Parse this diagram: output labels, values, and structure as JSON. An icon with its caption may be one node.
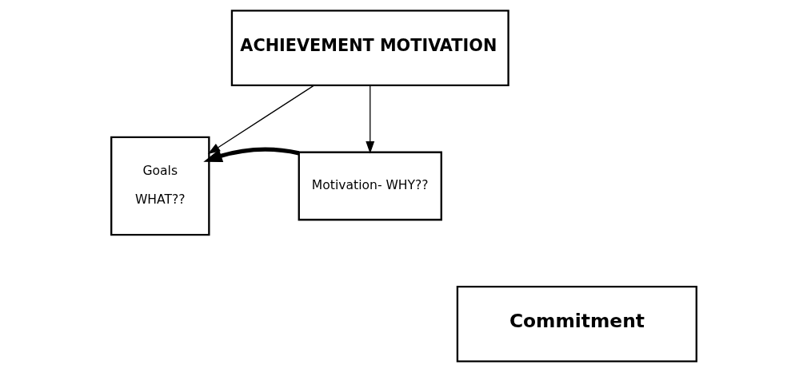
{
  "diagram": {
    "nodes": [
      {
        "text": [
          "ACHIEVEMENT MOTIVATION"
        ]
      },
      {
        "text": [
          "Goals",
          "WHAT??"
        ]
      },
      {
        "text": [
          "Motivation- WHY??"
        ]
      },
      {
        "text": [
          "Commitment"
        ]
      }
    ],
    "edges": [
      {
        "from": 0,
        "to": 1,
        "arrow": "to"
      },
      {
        "from": 0,
        "to": 2,
        "arrow": "to"
      },
      {
        "from": 2,
        "to": 1,
        "arrow": "to",
        "style": "thick"
      }
    ]
  }
}
